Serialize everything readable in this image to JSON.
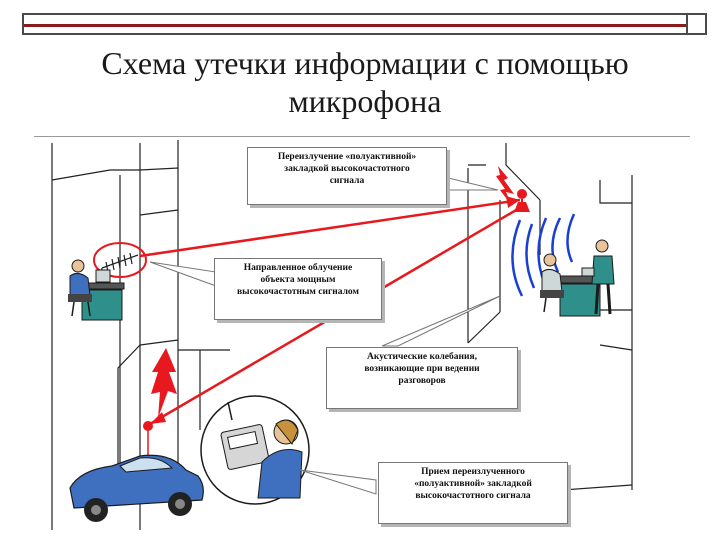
{
  "slide": {
    "title_line1": "Схема утечки информации с помощью",
    "title_line2": "микрофона"
  },
  "callouts": {
    "reradiation_top": [
      "Переизлучение «полуактивной»",
      "закладкой высокочастотного",
      "сигнала"
    ],
    "directed_irradiation": [
      "Направленное облучение",
      "объекта мощным",
      "высокочастотным сигналом"
    ],
    "acoustic_vibrations": [
      "Акустические колебания,",
      "возникающие при ведении",
      "разговоров"
    ],
    "reception": [
      "Прием переизлученного",
      "«полуактивной» закладкой",
      "высокочастотного сигнала"
    ]
  },
  "colors": {
    "signal_red": "#e8191e",
    "wave_blue": "#1a3fd6",
    "car_blue": "#3f6fbf",
    "desk_teal": "#2f8f8a"
  }
}
